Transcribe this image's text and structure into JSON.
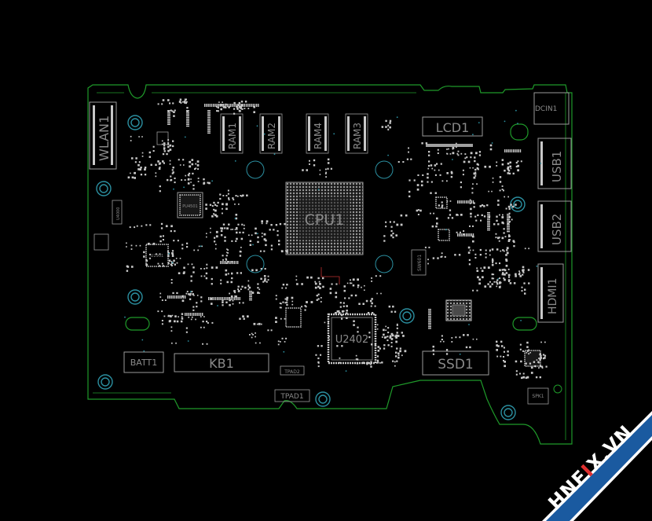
{
  "colors": {
    "background": "#000000",
    "outline": "#1f9a2a",
    "silkscreen": "#9a9a9a",
    "pad": "#c8c8c8",
    "via": "#2b8fa0",
    "trace": "#c03030",
    "watermark_bg": "#1a5aa0",
    "watermark_fg": "#ffffff",
    "watermark_accent": "#e03030"
  },
  "components": {
    "wlan": "WLAN1",
    "ram1": "RAM1",
    "ram2": "RAM2",
    "ram4": "RAM4",
    "ram3": "RAM3",
    "cpu": "CPU1",
    "lcd": "LCD1",
    "dcin": "DCIN1",
    "usb1": "USB1",
    "usb2": "USB2",
    "hdmi": "HDMI1",
    "u2402": "U2402",
    "ssd": "SSD1",
    "kb": "KB1",
    "batt": "BATT1",
    "tpad1": "TPAD1",
    "tpad2": "TPAD2",
    "spk": "SPK1",
    "pu": "PU4501",
    "u2901": "U2901",
    "side_left": "U4000",
    "side_right": "SW601"
  },
  "watermark": {
    "text_a": "HNF",
    "text_x": "I",
    "text_b": "X.VN"
  }
}
